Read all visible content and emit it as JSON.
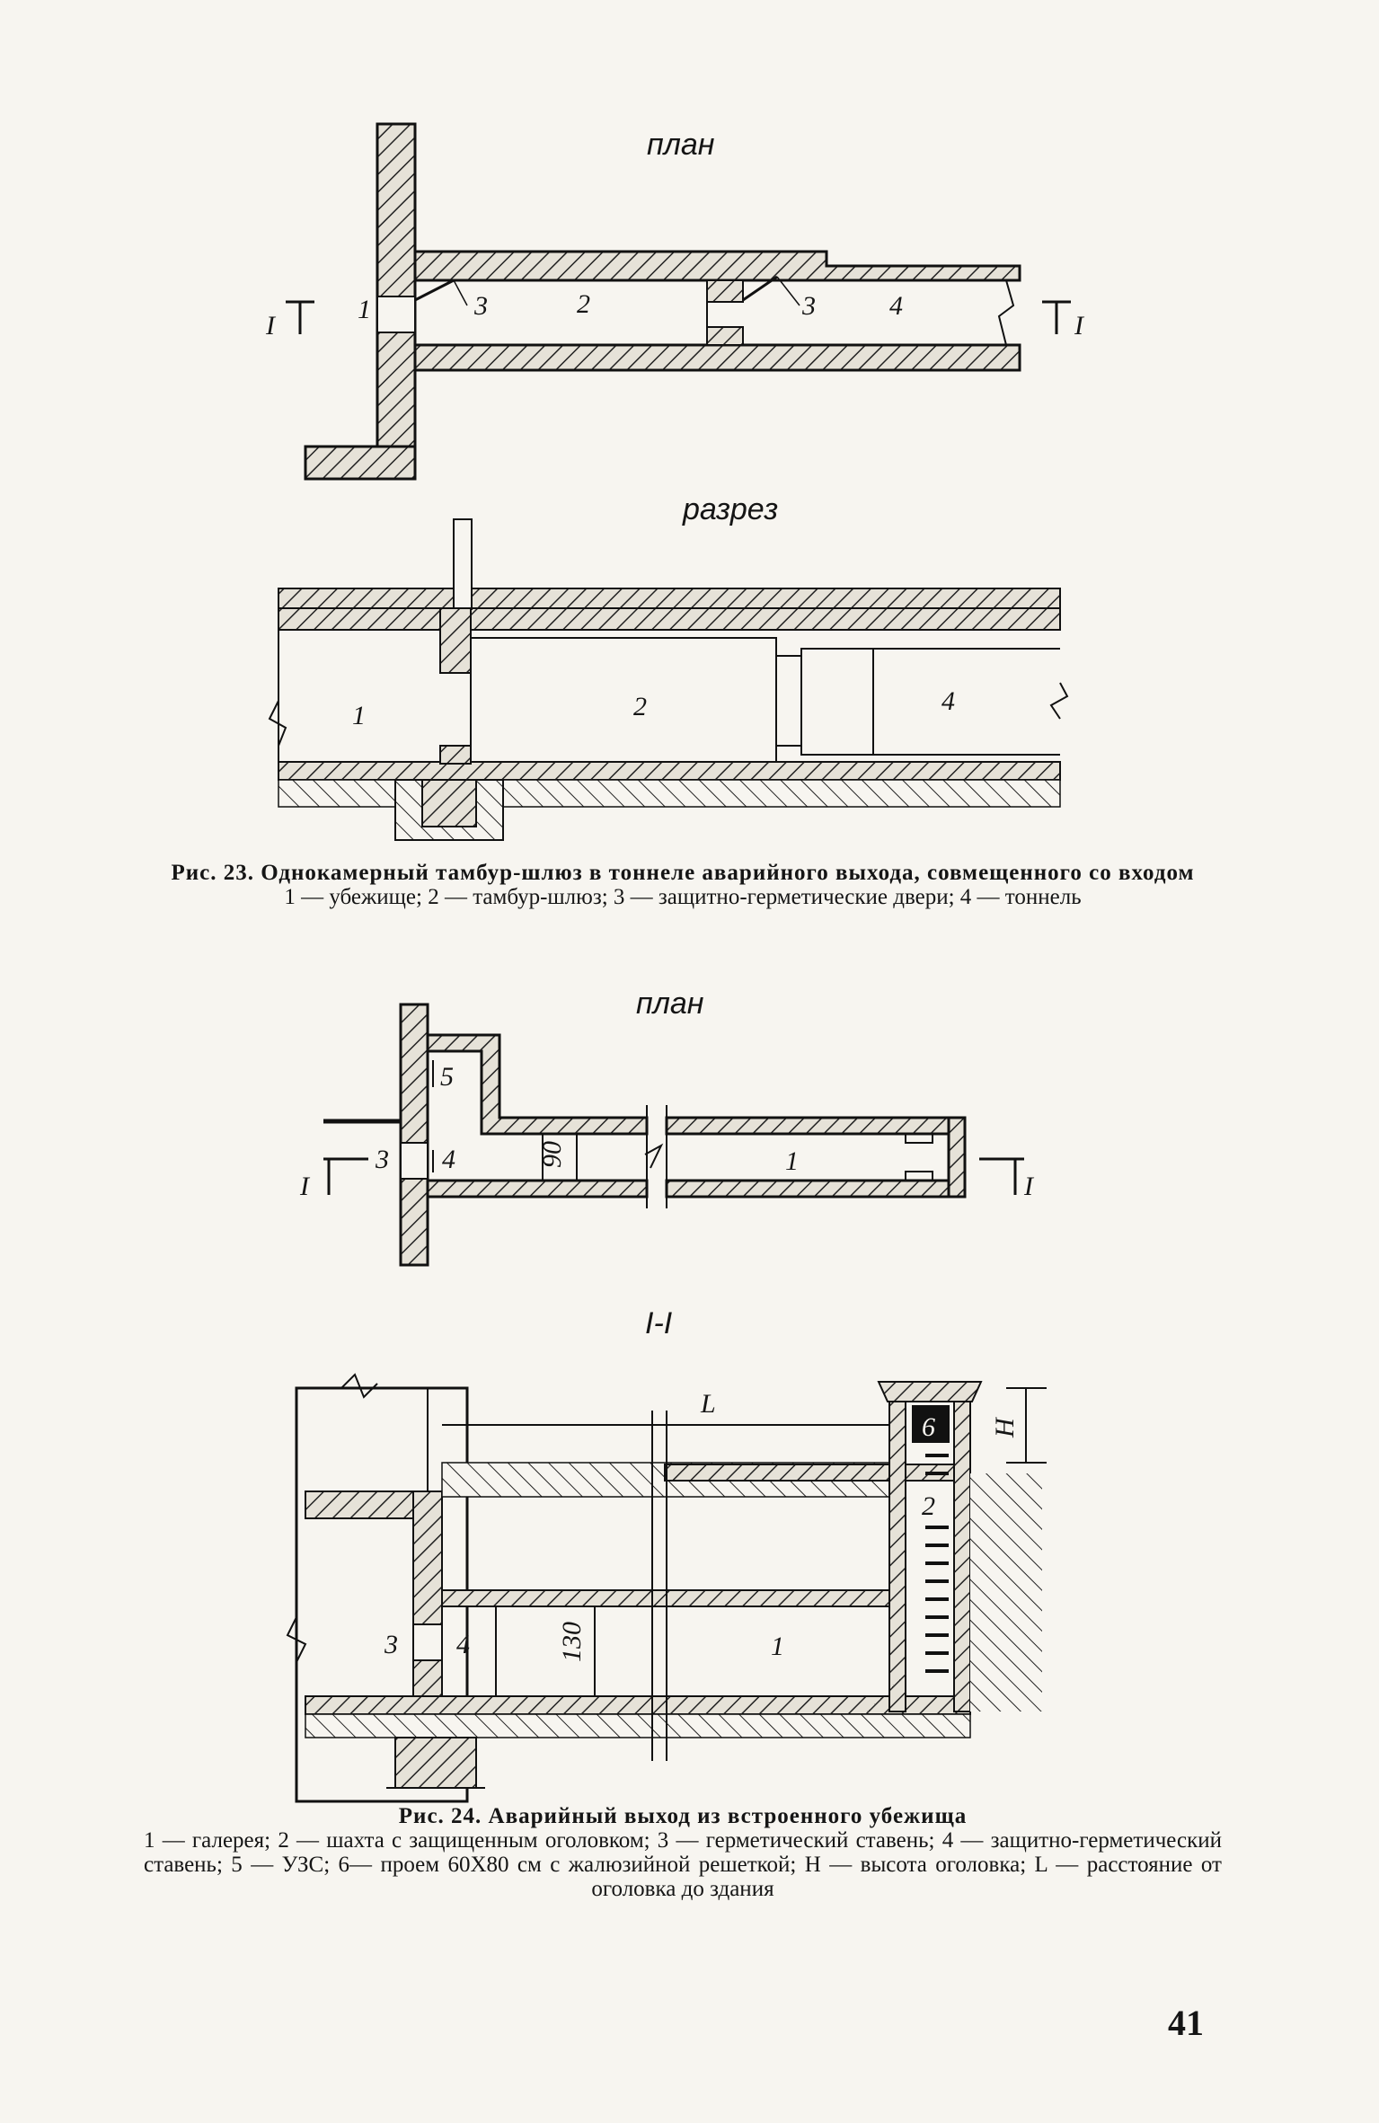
{
  "fig23": {
    "plan_title": "план",
    "section_title": "разрез",
    "section_mark": "I",
    "plan_labels": [
      "1",
      "3",
      "2",
      "3",
      "4"
    ],
    "section_labels": [
      "1",
      "2",
      "4"
    ],
    "caption_title": "Рис. 23. Однокамерный тамбур-шлюз в тоннеле аварийного выхода, совмещенного со входом",
    "caption_legend": "1 — убежище; 2 — тамбур-шлюз; 3 — защитно-герметические двери; 4 — тоннель"
  },
  "fig24": {
    "plan_title": "план",
    "section_title": "I-I",
    "section_mark": "I",
    "plan_labels": [
      "5",
      "3",
      "4",
      "90",
      "1"
    ],
    "section_labels": [
      "L",
      "6",
      "H",
      "2",
      "3",
      "4",
      "130",
      "1"
    ],
    "caption_title": "Рис. 24. Аварийный выход из встроенного убежища",
    "caption_legend": "1 — галерея; 2 — шахта с защищенным оголовком; 3 — герметический ставень; 4 — защитно-герметический ставень; 5 — УЗС; 6— проем 60Х80 см с жалюзийной решеткой; H — высота оголовка; L — расстояние от оголовка до здания"
  },
  "page_number": "41"
}
